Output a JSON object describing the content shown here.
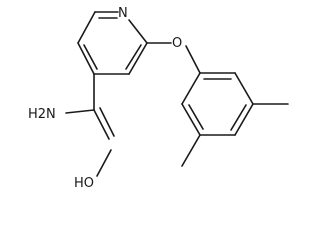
{
  "molecule": {
    "atoms": {
      "ring_nitrogen": "N",
      "ether_oxygen": "O",
      "amine": "H2N",
      "oxime": "HO"
    }
  }
}
